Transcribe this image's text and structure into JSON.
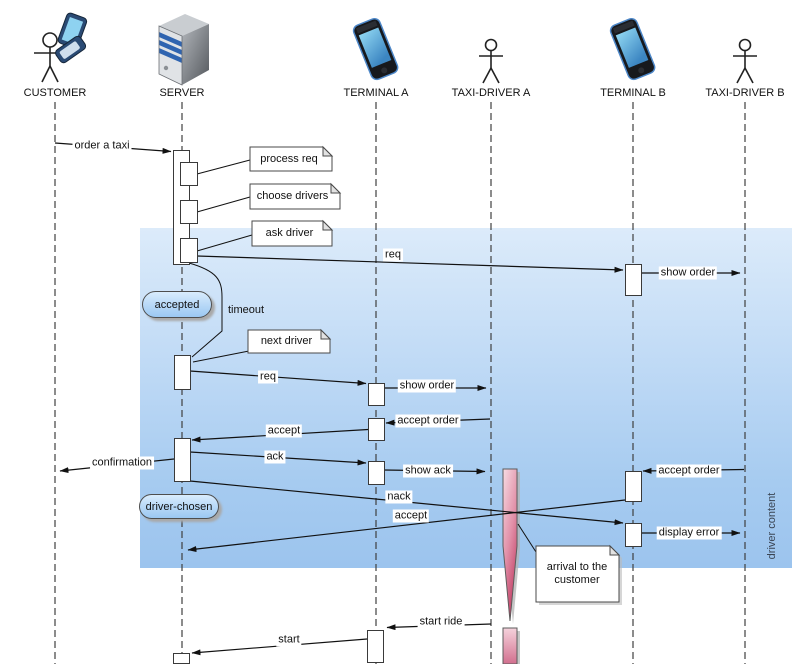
{
  "actors": [
    {
      "label": "CUSTOMER",
      "icon": "customer-phone-icon"
    },
    {
      "label": "SERVER",
      "icon": "server-icon"
    },
    {
      "label": "TERMINAL A",
      "icon": "smartphone-icon"
    },
    {
      "label": "TAXI-DRIVER A",
      "icon": "person-icon"
    },
    {
      "label": "TERMINAL B",
      "icon": "smartphone-icon"
    },
    {
      "label": "TAXI-DRIVER B",
      "icon": "person-icon"
    }
  ],
  "messages": {
    "order_a_taxi": "order a taxi",
    "req_to_terminal_b": "req",
    "show_order_b": "show order",
    "req_to_terminal_a": "req",
    "show_order_a": "show order",
    "accept_order_a": "accept order",
    "accept_from_a": "accept",
    "confirmation": "confirmation",
    "ack": "ack",
    "show_ack": "show ack",
    "accept_order_b": "accept order",
    "nack": "nack",
    "accept_from_b": "accept",
    "display_error": "display error",
    "start_ride": "start ride",
    "start": "start"
  },
  "notes": {
    "process_req": "process req",
    "choose_drivers": "choose drivers",
    "ask_driver": "ask driver",
    "next_driver": "next driver",
    "arrival_to_customer": "arrival to the customer"
  },
  "states": {
    "accepted": "accepted",
    "driver_chosen": "driver-chosen"
  },
  "annotations": {
    "timeout": "timeout",
    "driver_content": "driver content"
  },
  "colors": {
    "fragment_top": "#dcebfa",
    "fragment_bottom": "#9cc4ee",
    "duration_arrow": "#c34268",
    "line": "#111111"
  }
}
